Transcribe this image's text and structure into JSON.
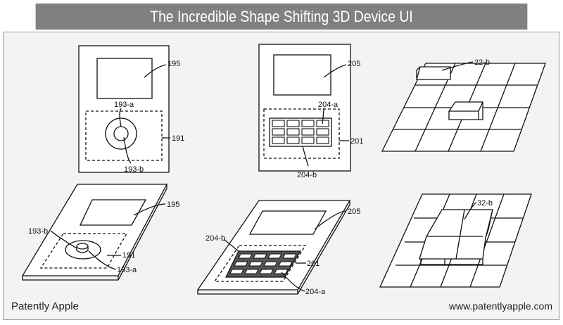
{
  "title": "The Incredible Shape Shifting 3D Device UI",
  "footer": {
    "brand": "Patently Apple",
    "url": "www.patentlyapple.com"
  },
  "figures": {
    "fig1_top": {
      "screen": "195",
      "wheel_outer": "193-a",
      "region": "191",
      "wheel_inner": "193-b"
    },
    "fig2_top": {
      "screen": "205",
      "key": "204-a",
      "region": "201",
      "keypad": "204-b"
    },
    "fig3_top": {
      "block": "22-b"
    },
    "fig1_bottom": {
      "screen": "195",
      "wheel_inner": "193-b",
      "region": "191",
      "wheel_outer": "193-a"
    },
    "fig2_bottom": {
      "screen": "205",
      "keypad": "204-b",
      "region": "201",
      "key": "204-a"
    },
    "fig3_bottom": {
      "block": "32-b"
    }
  }
}
